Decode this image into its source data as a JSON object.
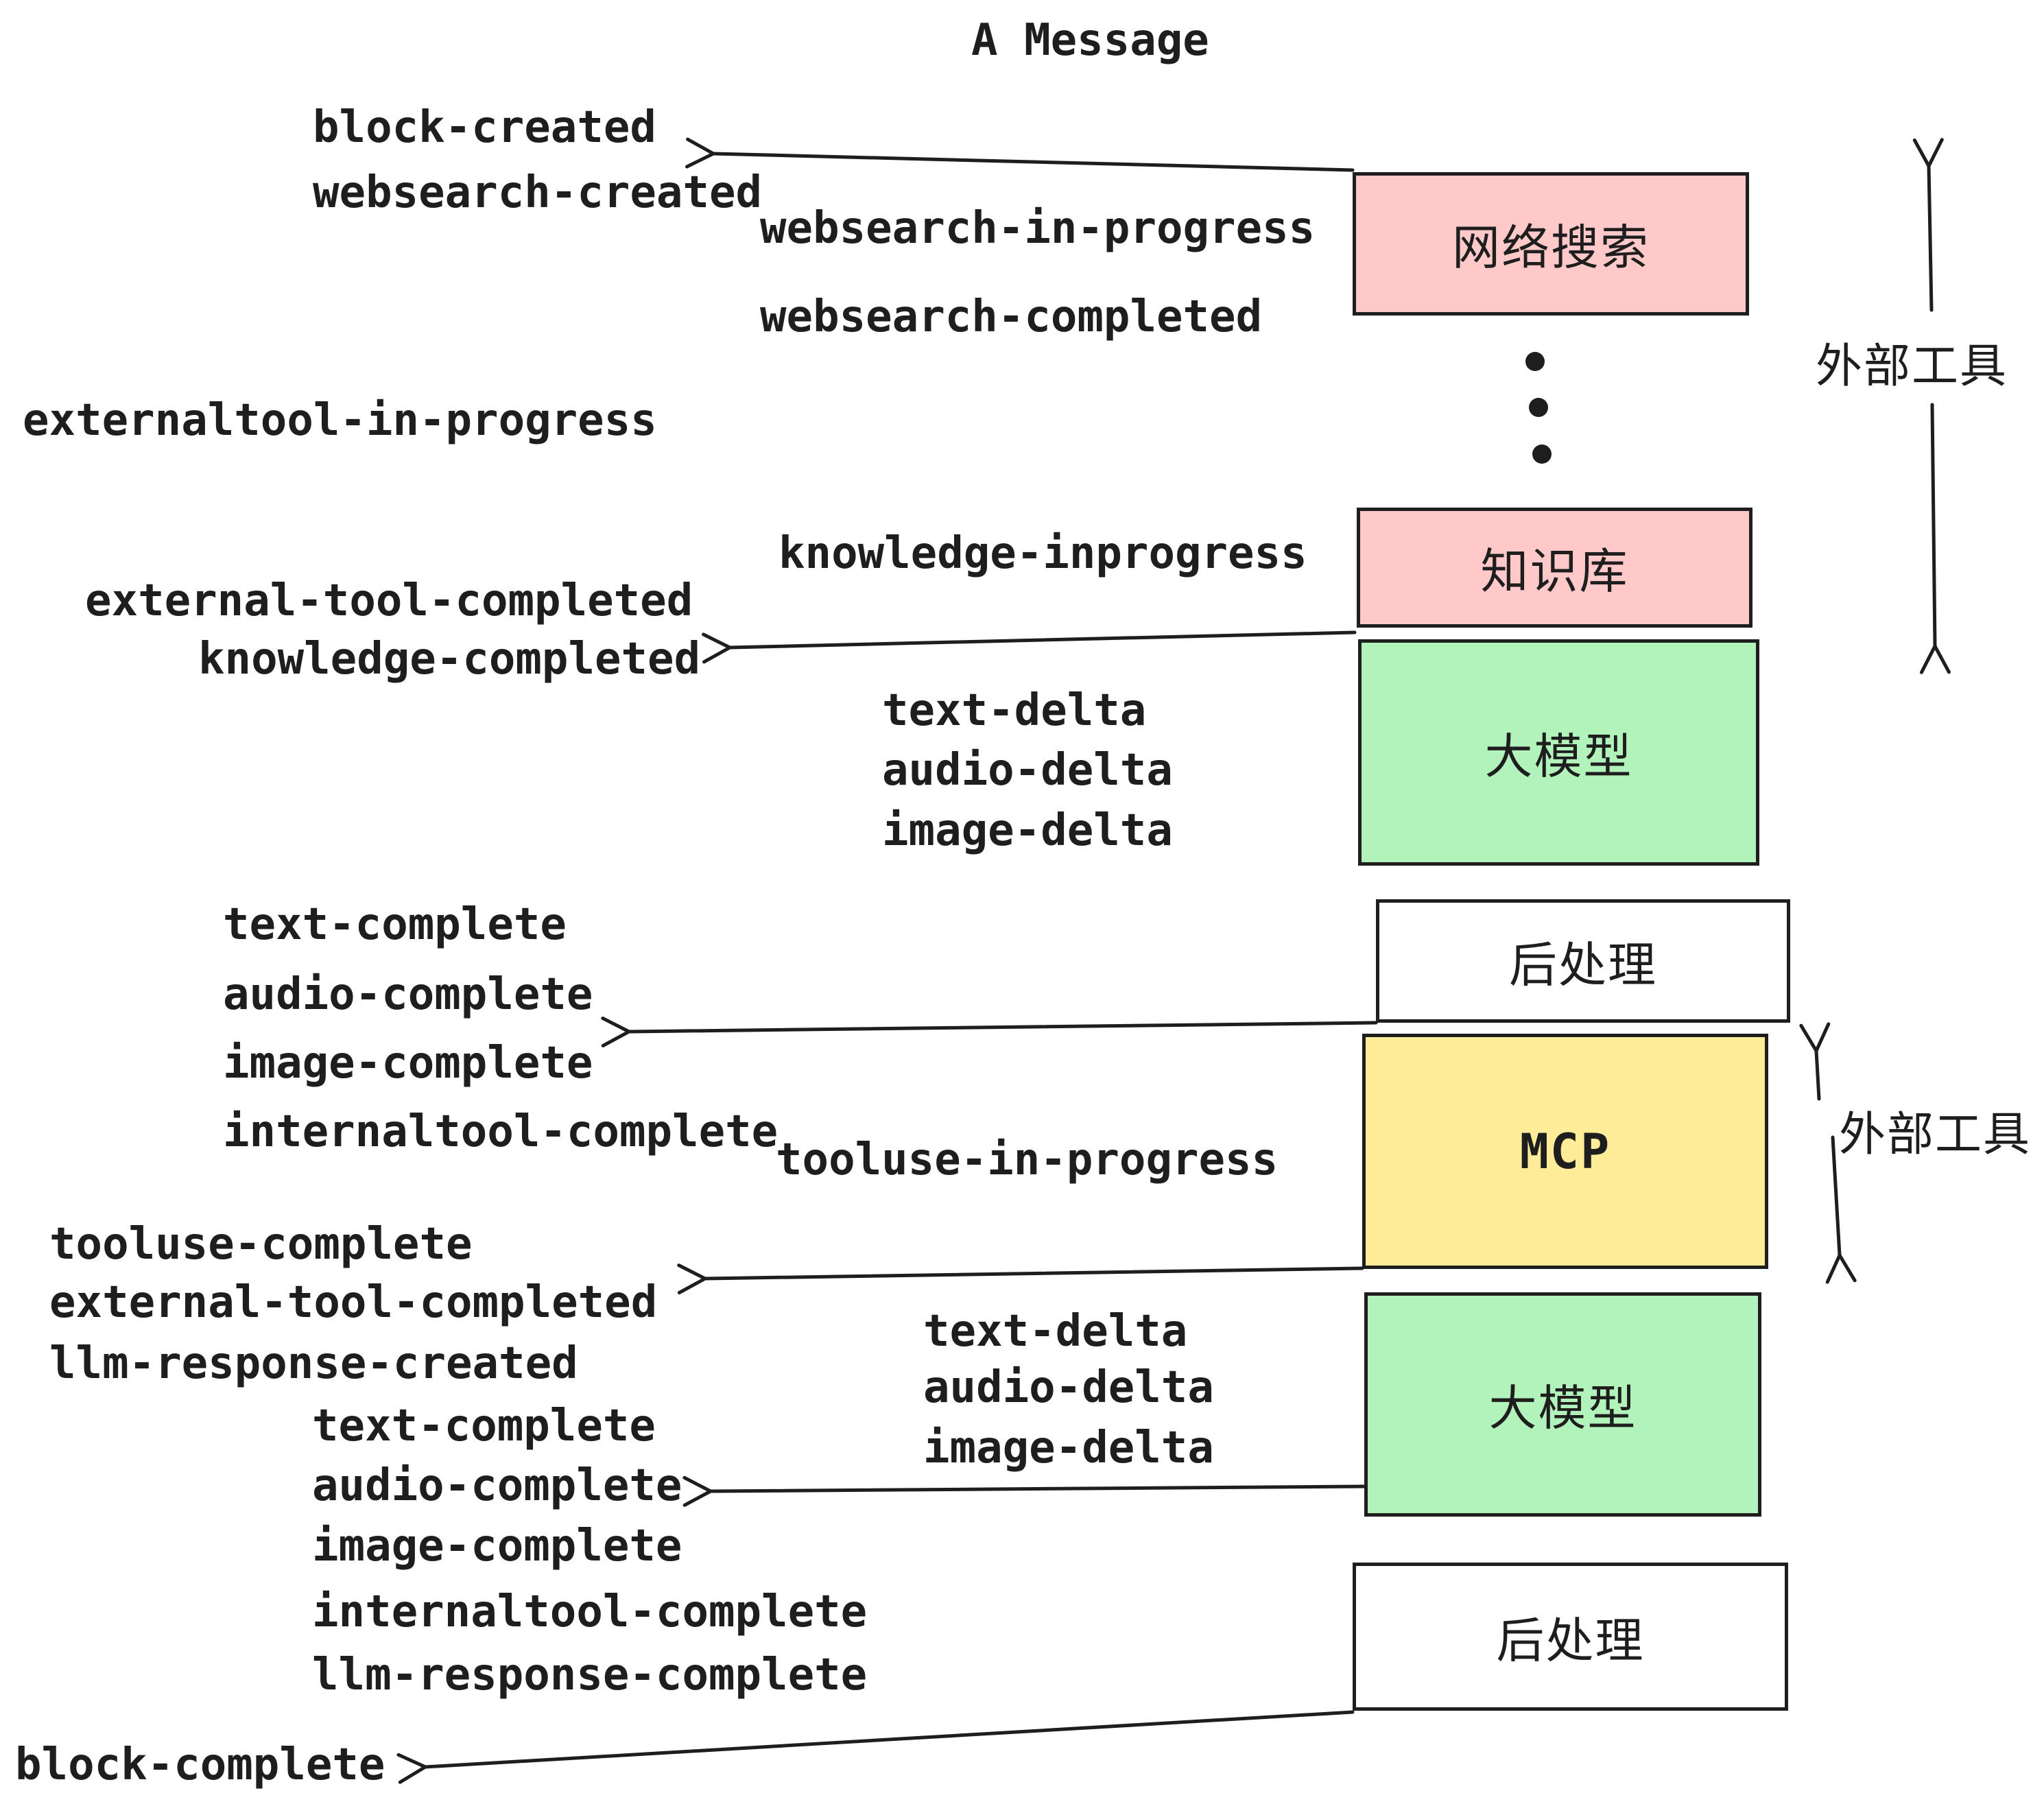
{
  "title": "A Message",
  "colors": {
    "stroke": "#1e1e1e",
    "bg": "#ffffff",
    "pink": "#ffc9c9",
    "green": "#b2f2bb",
    "yellow": "#ffec99",
    "white": "#ffffff"
  },
  "boxes": {
    "websearch": {
      "label": "网络搜索",
      "fill": "pink"
    },
    "knowledge": {
      "label": "知识库",
      "fill": "pink"
    },
    "llm1": {
      "label": "大模型",
      "fill": "green"
    },
    "post1": {
      "label": "后处理",
      "fill": "white"
    },
    "mcp": {
      "label": "MCP",
      "fill": "yellow"
    },
    "llm2": {
      "label": "大模型",
      "fill": "green"
    },
    "post2": {
      "label": "后处理",
      "fill": "white"
    }
  },
  "side_labels": {
    "external_tools_top": "外部工具",
    "external_tools_mid": "外部工具"
  },
  "events": {
    "block_created": "block-created",
    "websearch_created": "websearch-created",
    "websearch_in_progress": "websearch-in-progress",
    "websearch_completed": "websearch-completed",
    "externaltool_in_progress": "externaltool-in-progress",
    "knowledge_inprogress": "knowledge-inprogress",
    "external_tool_completed_1": "external-tool-completed",
    "knowledge_completed": "knowledge-completed",
    "text_delta_1": "text-delta",
    "audio_delta_1": "audio-delta",
    "image_delta_1": "image-delta",
    "text_complete_1": "text-complete",
    "audio_complete_1": "audio-complete",
    "image_complete_1": "image-complete",
    "internaltool_complete_1": "internaltool-complete",
    "tooluse_in_progress": "tooluse-in-progress",
    "tooluse_complete": "tooluse-complete",
    "external_tool_completed_2": "external-tool-completed",
    "llm_response_created": "llm-response-created",
    "text_delta_2": "text-delta",
    "audio_delta_2": "audio-delta",
    "image_delta_2": "image-delta",
    "text_complete_2": "text-complete",
    "audio_complete_2": "audio-complete",
    "image_complete_2": "image-complete",
    "internaltool_complete_2": "internaltool-complete",
    "llm_response_complete": "llm-response-complete",
    "block_complete": "block-complete"
  }
}
